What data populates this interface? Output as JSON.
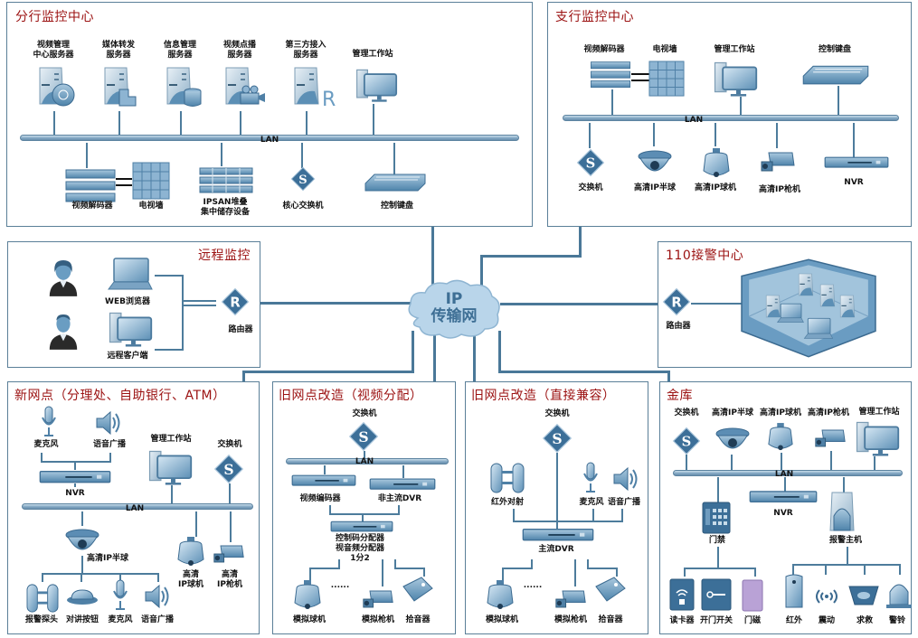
{
  "cloud": {
    "line1": "IP",
    "line2": "传输网"
  },
  "colors": {
    "title": "#9b1111",
    "line": "#4a7898",
    "panel_border": "#5a7f98",
    "device": "#4c7fa6",
    "cloud": "#b9d5ea"
  },
  "lan_label": "LAN",
  "branch_center": {
    "title": "分行监控中心",
    "top_devices": [
      {
        "l1": "视频管理",
        "l2": "中心服务器",
        "icon": "server-globe-icon"
      },
      {
        "l1": "媒体转发",
        "l2": "服务器",
        "icon": "server-puzzle-icon"
      },
      {
        "l1": "信息管理",
        "l2": "服务器",
        "icon": "server-database-icon"
      },
      {
        "l1": "视频点播",
        "l2": "服务器",
        "icon": "server-camera-icon"
      },
      {
        "l1": "第三方接入",
        "l2": "服务器",
        "icon": "server-r-icon"
      },
      {
        "l1": "管理工作站",
        "l2": "",
        "icon": "workstation-icon"
      }
    ],
    "bottom_devices": [
      {
        "l1": "视频解码器",
        "l2": "",
        "icon": "decoder-icon"
      },
      {
        "l1": "电视墙",
        "l2": "",
        "icon": "tv-wall-icon"
      },
      {
        "l1": "IPSAN堆叠",
        "l2": "集中储存设备",
        "icon": "storage-icon"
      },
      {
        "l1": "核心交换机",
        "l2": "",
        "icon": "switch-icon"
      },
      {
        "l1": "控制键盘",
        "l2": "",
        "icon": "keyboard-icon"
      }
    ]
  },
  "sub_branch_center": {
    "title": "支行监控中心",
    "top_devices": [
      "视频解码器",
      "电视墙",
      "管理工作站",
      "控制键盘"
    ],
    "bottom_devices": [
      "交换机",
      "高清IP半球",
      "高清IP球机",
      "高清IP枪机",
      "NVR"
    ]
  },
  "remote": {
    "title": "远程监控",
    "devices": [
      "WEB浏览器",
      "远程客户端"
    ],
    "router": "路由器"
  },
  "police": {
    "title": "110接警中心",
    "router": "路由器"
  },
  "new_outlet": {
    "title": "新网点（分理处、自助银行、ATM）",
    "devices": {
      "mic": "麦克风",
      "speaker": "语音广播",
      "nvr": "NVR",
      "workstation": "管理工作站",
      "switch": "交换机",
      "dome": "高清IP半球",
      "ptz1": "高清",
      "ptz2": "IP球机",
      "gun1": "高清",
      "gun2": "IP枪机",
      "detector": "报警探头",
      "intercom": "对讲按钮",
      "mic2": "麦克风",
      "speaker2": "语音广播"
    }
  },
  "old_outlet_video": {
    "title": "旧网点改造（视频分配）",
    "devices": {
      "switch": "交换机",
      "encoder": "视频编码器",
      "dvr": "非主流DVR",
      "dist1": "控制码分配器",
      "dist2": "视音频分配器",
      "dist3": "1分2",
      "ptz": "模拟球机",
      "gun": "模拟枪机",
      "pickup": "拾音器",
      "dots": "......"
    }
  },
  "old_outlet_direct": {
    "title": "旧网点改造（直接兼容）",
    "devices": {
      "switch": "交换机",
      "ir": "红外对射",
      "mic": "麦克风",
      "speaker": "语音广播",
      "dvr": "主流DVR",
      "ptz": "模拟球机",
      "gun": "模拟枪机",
      "pickup": "拾音器",
      "dots": "......"
    }
  },
  "vault": {
    "title": "金库",
    "top_devices": [
      "交换机",
      "高清IP半球",
      "高清IP球机",
      "高清IP枪机",
      "管理工作站"
    ],
    "nvr": "NVR",
    "access": "门禁",
    "alarm_host": "报警主机",
    "access_devices": [
      "读卡器",
      "开门开关",
      "门磁"
    ],
    "alarm_devices": [
      "红外",
      "震动",
      "求救",
      "警铃"
    ]
  }
}
